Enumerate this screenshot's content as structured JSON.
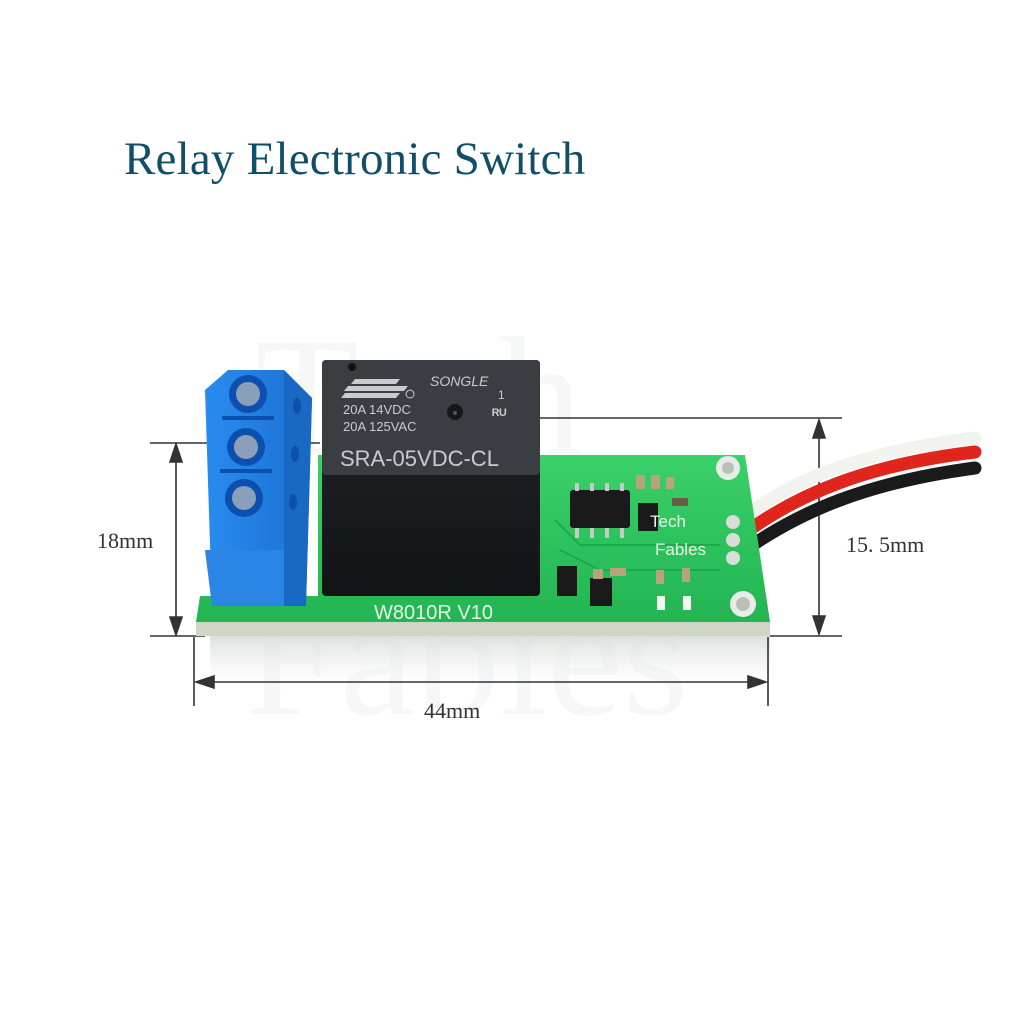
{
  "title": "Relay Electronic Switch",
  "relay": {
    "brand": "SONGLE",
    "rating_line_1": "20A  14VDC",
    "rating_line_2": "20A  125VAC",
    "model": "SRA-05VDC-CL",
    "pin_mark": "1"
  },
  "pcb": {
    "silkscreen": "W8010R  V10"
  },
  "dimensions": {
    "height_left": "18mm",
    "height_right": "15. 5mm",
    "width": "44mm"
  },
  "watermark": {
    "small_line_1": "Tech",
    "small_line_2": "Fables",
    "large_line_1": "Tech",
    "large_line_2": "Fables"
  },
  "colors": {
    "title": "#0f4f6a",
    "pcb_green": "#27c45a",
    "terminal_blue": "#1f7fe0",
    "relay_black": "#1c1f22",
    "wire_red": "#e0261c",
    "wire_black": "#1a1a1a",
    "wire_white": "#f2f2ee"
  }
}
